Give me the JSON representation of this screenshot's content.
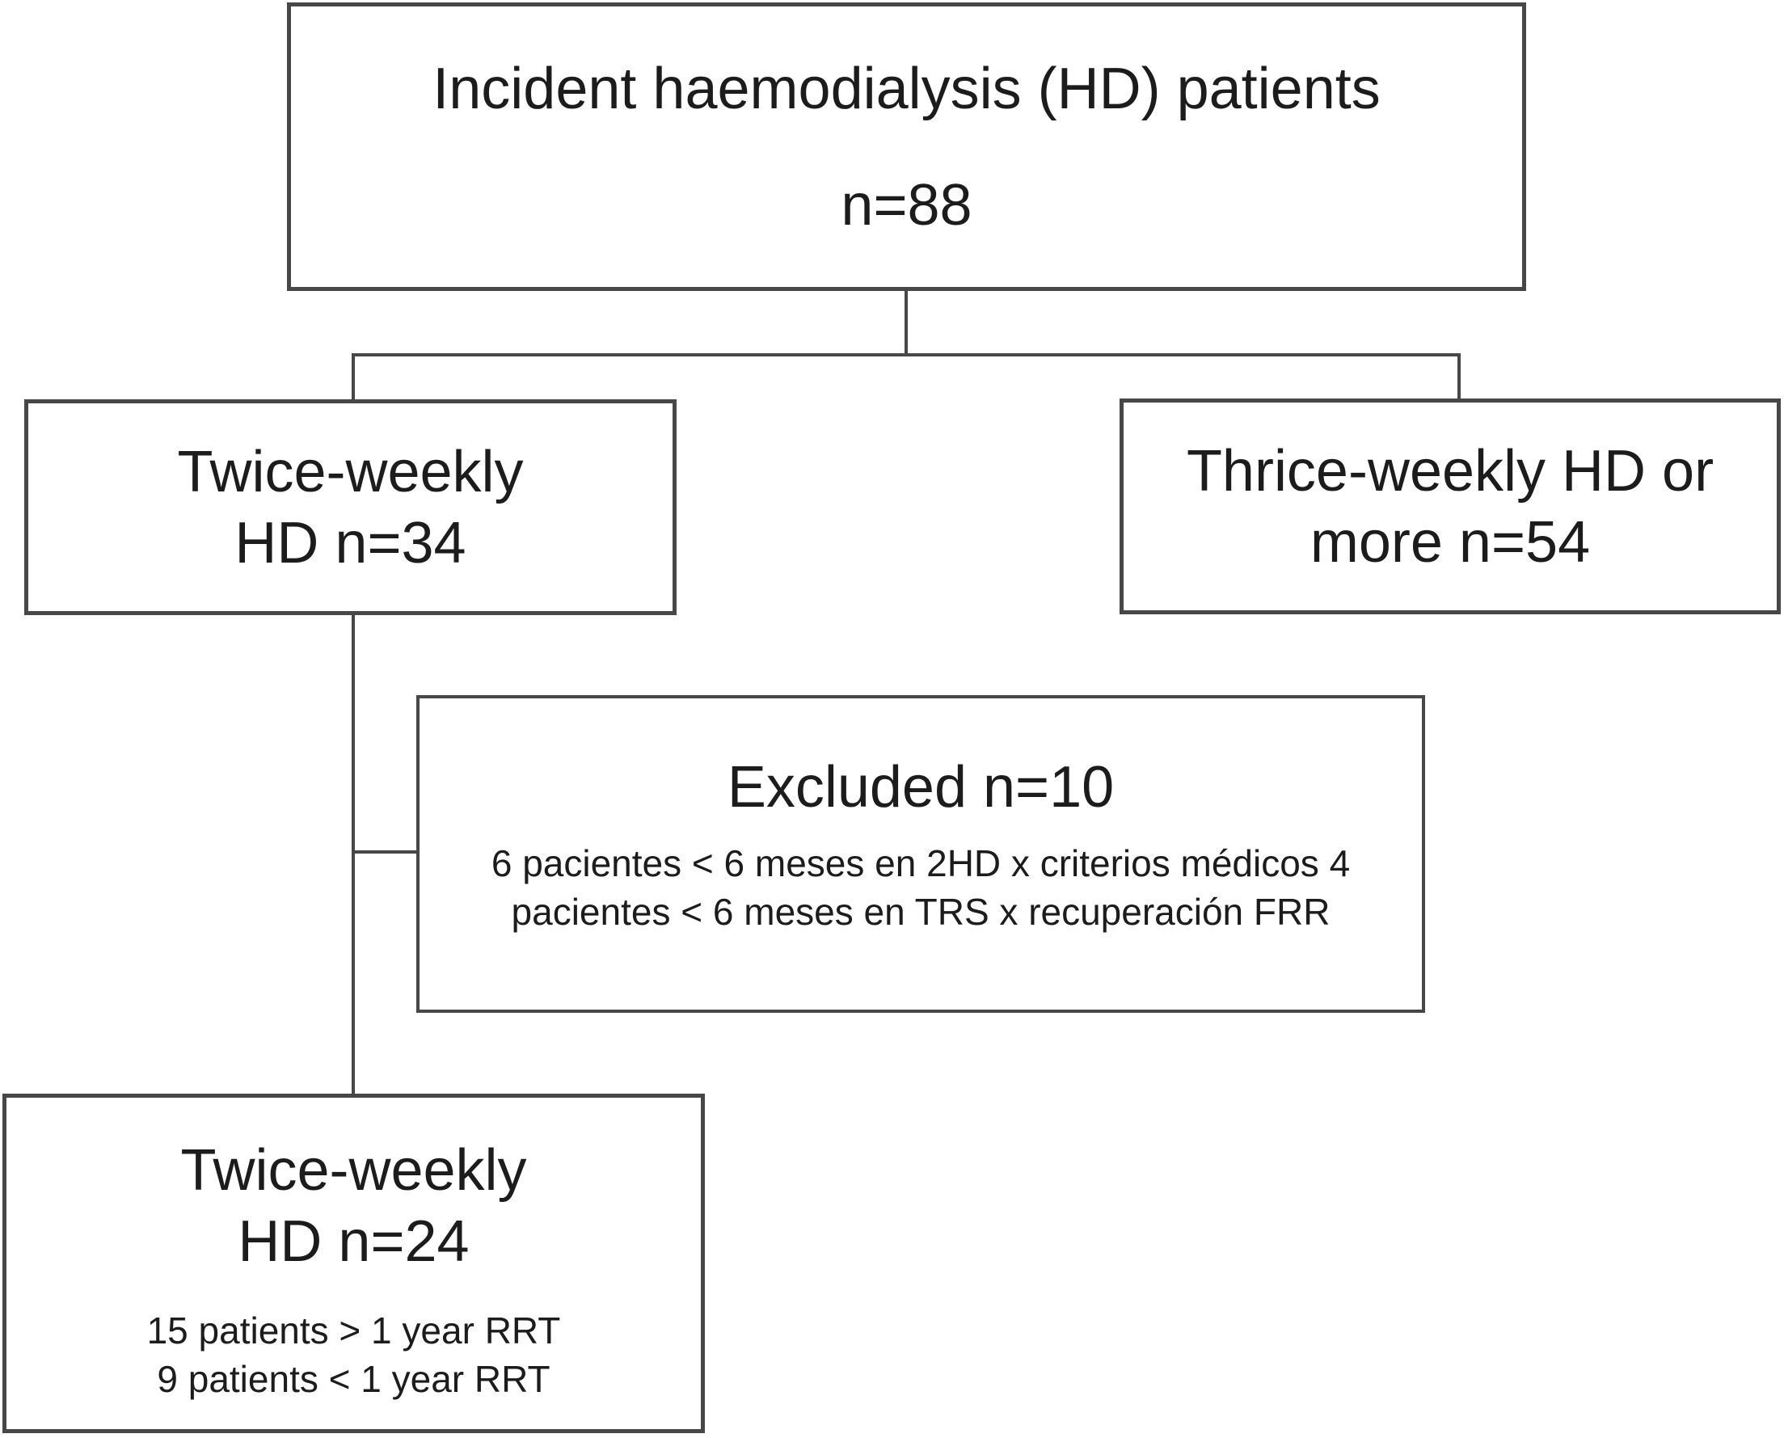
{
  "colors": {
    "background": "#ffffff",
    "line": "#474747",
    "text": "#1c1c1c"
  },
  "nodes": {
    "root": {
      "line1": "Incident haemodialysis (HD) patients",
      "line2": "n=88"
    },
    "twice_weekly_34": {
      "line1": "Twice-weekly",
      "line2": "HD n=34"
    },
    "thrice_weekly_54": {
      "line1": "Thrice-weekly HD or",
      "line2": "more n=54"
    },
    "excluded": {
      "title": "Excluded n=10",
      "details": [
        "6 pacientes < 6 meses en 2HD x criterios médicos 4",
        "pacientes < 6 meses en TRS x recuperación FRR"
      ]
    },
    "twice_weekly_24": {
      "line1": "Twice-weekly",
      "line2": "HD n=24",
      "details": [
        "15 patients > 1 year RRT",
        "9 patients < 1 year RRT"
      ]
    }
  }
}
